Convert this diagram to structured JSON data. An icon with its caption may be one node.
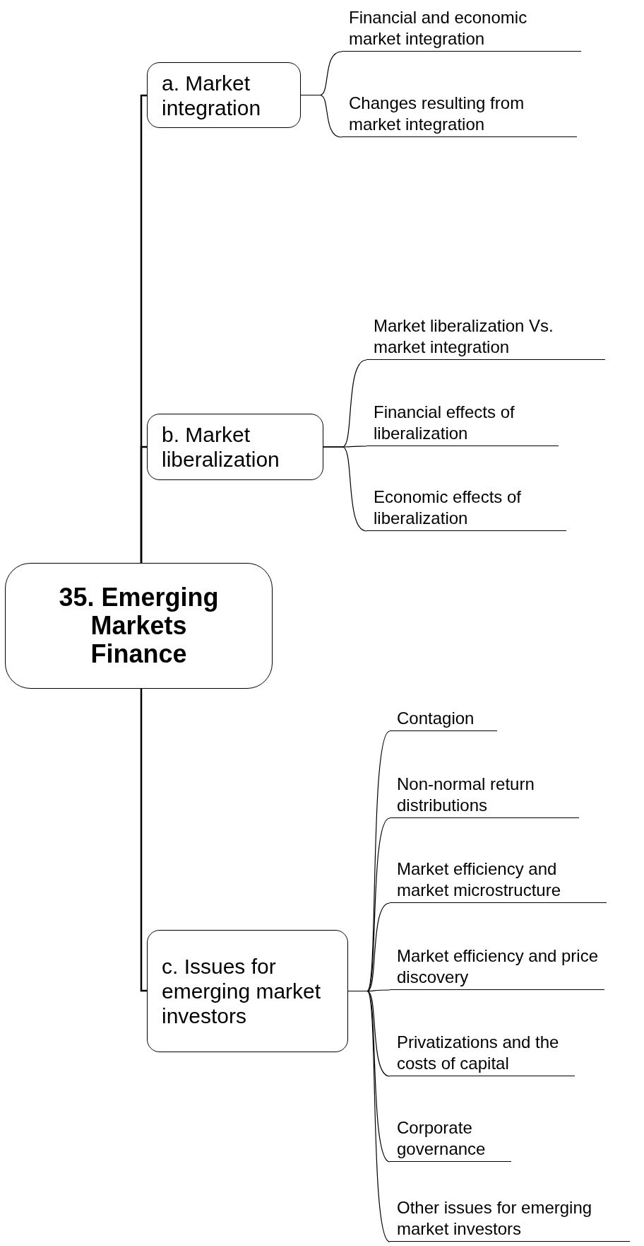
{
  "diagram": {
    "nodes": [
      {
        "text": [
          "35. Emerging Markets Finance"
        ]
      },
      {
        "text": [
          "a. Market integration"
        ]
      },
      {
        "text": [
          "Financial and economic market integration"
        ]
      },
      {
        "text": [
          "Changes resulting from market integration"
        ]
      },
      {
        "text": [
          "b. Market liberalization"
        ]
      },
      {
        "text": [
          "Market liberalization Vs. market integration"
        ]
      },
      {
        "text": [
          "Financial effects of liberalization"
        ]
      },
      {
        "text": [
          "Economic effects of liberalization"
        ]
      },
      {
        "text": [
          "c. Issues for emerging market investors"
        ]
      },
      {
        "text": [
          "Contagion"
        ]
      },
      {
        "text": [
          "Non-normal return distributions"
        ]
      },
      {
        "text": [
          "Market efficiency and market microstructure"
        ]
      },
      {
        "text": [
          "Market efficiency and price discovery"
        ]
      },
      {
        "text": [
          "Privatizations and the costs of capital"
        ]
      },
      {
        "text": [
          "Corporate governance"
        ]
      },
      {
        "text": [
          "Other issues for emerging market investors"
        ]
      }
    ],
    "edges": [
      {
        "from": 0,
        "to": 1,
        "arrow": "none"
      },
      {
        "from": 0,
        "to": 4,
        "arrow": "none"
      },
      {
        "from": 0,
        "to": 8,
        "arrow": "none"
      },
      {
        "from": 1,
        "to": 2,
        "arrow": "none"
      },
      {
        "from": 1,
        "to": 3,
        "arrow": "none"
      },
      {
        "from": 4,
        "to": 5,
        "arrow": "none"
      },
      {
        "from": 4,
        "to": 6,
        "arrow": "none"
      },
      {
        "from": 4,
        "to": 7,
        "arrow": "none"
      },
      {
        "from": 8,
        "to": 9,
        "arrow": "none"
      },
      {
        "from": 8,
        "to": 10,
        "arrow": "none"
      },
      {
        "from": 8,
        "to": 11,
        "arrow": "none"
      },
      {
        "from": 8,
        "to": 12,
        "arrow": "none"
      },
      {
        "from": 8,
        "to": 13,
        "arrow": "none"
      },
      {
        "from": 8,
        "to": 14,
        "arrow": "none"
      },
      {
        "from": 8,
        "to": 15,
        "arrow": "none"
      }
    ]
  }
}
